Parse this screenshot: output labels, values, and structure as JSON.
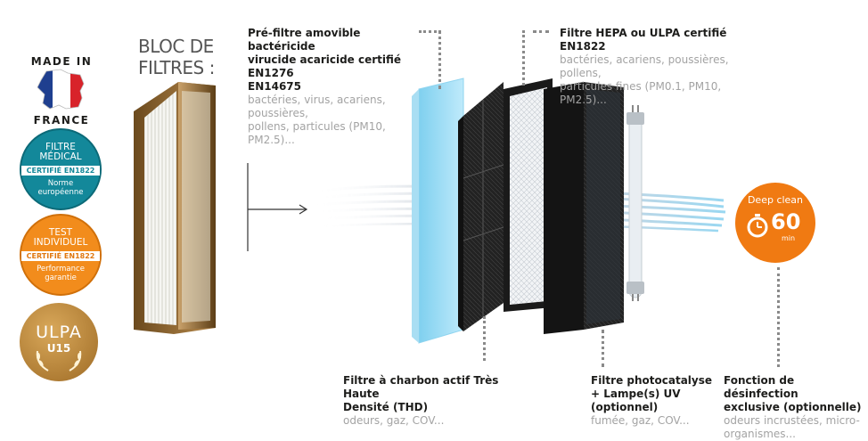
{
  "badges": {
    "made_in_top": "MADE IN",
    "made_in_bottom": "FRANCE",
    "medical": {
      "line1": "FILTRE",
      "line2": "MÉDICAL",
      "cert": "CERTIFIÉ EN1822",
      "sub1": "Norme",
      "sub2": "européenne"
    },
    "test": {
      "line1": "TEST",
      "line2": "INDIVIDUEL",
      "cert": "CERTIFIÉ EN1822",
      "sub1": "Performance",
      "sub2": "garantie"
    },
    "ulpa": {
      "title": "ULPA",
      "grade": "U15"
    }
  },
  "bloc_title": {
    "line1": "BLOC DE",
    "line2": "FILTRES :"
  },
  "prefilter": {
    "heading_lines": [
      "Pré-filtre amovible bactéricide",
      "virucide acaricide certifié EN1276",
      "EN14675"
    ],
    "detail_lines": [
      "bactéries, virus, acariens, poussières,",
      "pollens, particules (PM10, PM2.5)..."
    ]
  },
  "hepa": {
    "heading": "Filtre HEPA ou ULPA certifié EN1822",
    "detail_lines": [
      "bactéries, acariens, poussières, pollens,",
      "particules fines (PM0.1, PM10, PM2.5)..."
    ]
  },
  "charcoal": {
    "heading_lines": [
      "Filtre à charbon actif Très Haute",
      "Densité (THD)"
    ],
    "detail": "odeurs, gaz, COV..."
  },
  "photocatalysis": {
    "heading_lines": [
      "Filtre photocatalyse",
      "+ Lampe(s) UV",
      "(optionnel)"
    ],
    "detail": "fumée, gaz, COV..."
  },
  "disinfection": {
    "heading_lines": [
      "Fonction de désinfection",
      "exclusive (optionnelle)"
    ],
    "detail_lines": [
      "odeurs incrustées, micro-",
      "organismes..."
    ]
  },
  "deep_clean": {
    "label": "Deep clean",
    "value": "60",
    "unit": "min"
  },
  "colors": {
    "teal": "#13889a",
    "orange": "#f28c1c",
    "gold": "#b58035",
    "deepclean": "#f07a12"
  }
}
